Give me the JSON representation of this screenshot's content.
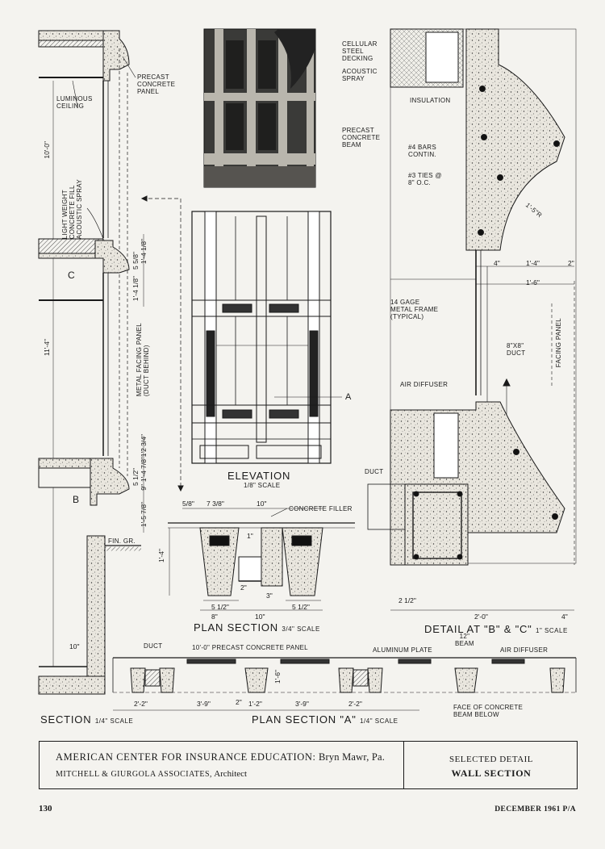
{
  "section_view": {
    "labels": {
      "precast_panel": "PRECAST\nCONCRETE\nPANEL",
      "luminous_ceiling": "LUMINOUS\nCEILING",
      "lightweight": "LIGHT WEIGHT\nCONCRETE FILL\nACOUSTIC SPRAY",
      "metal_facing": "METAL FACING PANEL\n(DUCT BEHIND)",
      "fin_gr": "FIN. GR.",
      "mark_c": "C",
      "mark_b": "B"
    },
    "dims": {
      "d1": "10'-0\"",
      "d2": "11'-4\"",
      "d3": "10\"",
      "d4": "1'-4 1/8\"",
      "d5": "5 5/8\"",
      "d6": "1'-4 1/8\"",
      "d7": "1'2 3/4\"",
      "d8": "1'-4 7/8\"",
      "d9": "5 1/2\"",
      "d10": "9\"",
      "d11": "1'-5 7/8\""
    },
    "title": "SECTION",
    "scale": "1/4\" SCALE"
  },
  "elevation": {
    "title": "ELEVATION",
    "scale": "1/8\" SCALE",
    "mark_a": "A"
  },
  "plan_section_detail": {
    "title": "PLAN SECTION",
    "scale": "3/4\" SCALE",
    "label_filler": "CONCRETE FILLER",
    "dims": {
      "a": "5/8\"",
      "b": "7 3/8\"",
      "c": "10\"",
      "d": "1'-4\"",
      "e": "5 1/2\"",
      "f": "5 1/2\"",
      "g": "8\"",
      "h": "10\"",
      "i": "2\"",
      "j": "3\"",
      "k": "1\""
    }
  },
  "detail_bc": {
    "title": "DETAIL AT \"B\" & \"C\"",
    "scale": "1\" SCALE",
    "labels": {
      "decking": "CELLULAR\nSTEEL\nDECKING",
      "acoustic": "ACOUSTIC\nSPRAY",
      "insulation": "INSULATION",
      "beam": "PRECAST\nCONCRETE\nBEAM",
      "bars": "#4 BARS\nCONTIN.",
      "ties": "#3 TIES @\n8\" O.C.",
      "radius": "1'-5\"R",
      "frame": "14 GAGE\nMETAL FRAME\n(TYPICAL)",
      "duct_size": "8\"x8\"\nDUCT",
      "facing": "FACING PANEL",
      "diffuser": "AIR DIFFUSER",
      "duct": "DUCT"
    },
    "dims": {
      "a": "4\"",
      "b": "1'-4\"",
      "c": "2\"",
      "d": "1'-6\"",
      "e": "2 1/2\"",
      "f": "2'-0\"",
      "g": "4\""
    }
  },
  "plan_section_a": {
    "title": "PLAN SECTION \"A\"",
    "scale": "1/4\" SCALE",
    "labels": {
      "duct": "DUCT",
      "panel": "10'-0\" PRECAST CONCRETE PANEL",
      "plate": "ALUMINUM PLATE",
      "beam": "12\"\nBEAM",
      "diffuser": "AIR DIFFUSER",
      "face": "FACE OF CONCRETE\nBEAM BELOW"
    },
    "dims": {
      "a": "2'-2\"",
      "b": "3'-9\"",
      "c": "2\"",
      "d": "1'-2\"",
      "e": "3'-9\"",
      "f": "2'-2\"",
      "g": "1'-6\""
    }
  },
  "title_block": {
    "project": "AMERICAN CENTER FOR INSURANCE EDUCATION:",
    "location": "Bryn Mawr, Pa.",
    "architect_firm": "MITCHELL & GIURGOLA ASSOCIATES,",
    "architect_role": "Architect",
    "detail_kind": "SELECTED DETAIL",
    "detail_name": "WALL SECTION"
  },
  "page_number": "130",
  "issue": "DECEMBER 1961 P/A"
}
